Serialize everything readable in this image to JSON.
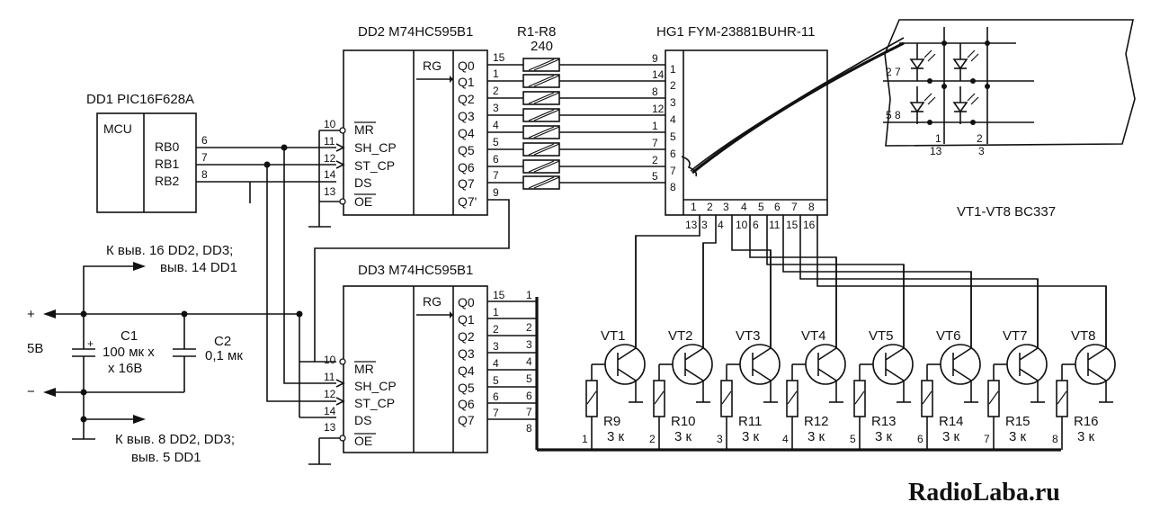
{
  "dd1": {
    "title": "DD1 PIC16F628A",
    "kind": "MCU",
    "pins": [
      "RB0",
      "RB1",
      "RB2"
    ],
    "pin_numbers": [
      "6",
      "7",
      "8"
    ]
  },
  "dd2": {
    "title": "DD2 M74HC595B1",
    "kind": "RG",
    "inputs": [
      "MR",
      "SH_CP",
      "ST_CP",
      "DS",
      "OE"
    ],
    "input_pins": [
      "10",
      "11",
      "12",
      "14",
      "13"
    ],
    "outputs": [
      "Q0",
      "Q1",
      "Q2",
      "Q3",
      "Q4",
      "Q5",
      "Q6",
      "Q7",
      "Q7'"
    ],
    "output_pins": [
      "15",
      "1",
      "2",
      "3",
      "4",
      "5",
      "6",
      "7",
      "9"
    ]
  },
  "dd3": {
    "title": "DD3 M74HC595B1",
    "kind": "RG",
    "inputs": [
      "MR",
      "SH_CP",
      "ST_CP",
      "DS",
      "OE"
    ],
    "input_pins": [
      "10",
      "11",
      "12",
      "14",
      "13"
    ],
    "outputs": [
      "Q0",
      "Q1",
      "Q2",
      "Q3",
      "Q4",
      "Q5",
      "Q6",
      "Q7"
    ],
    "output_pins": [
      "15",
      "1",
      "2",
      "3",
      "4",
      "5",
      "6",
      "7"
    ],
    "bus_numbers": [
      "1",
      "2",
      "3",
      "4",
      "5",
      "6",
      "7",
      "8"
    ]
  },
  "resistors_top": {
    "name": "R1-R8",
    "value": "240"
  },
  "hg1": {
    "title": "HG1 FYM-23881BUHR-11",
    "left_pins": [
      "9",
      "14",
      "8",
      "12",
      "1",
      "7",
      "2",
      "5"
    ],
    "row_numbers": [
      "1",
      "2",
      "3",
      "4",
      "5",
      "6",
      "7",
      "8"
    ],
    "col_numbers": [
      "1",
      "2",
      "3",
      "4",
      "5",
      "6",
      "7",
      "8"
    ],
    "bottom_pins": [
      "13",
      "3",
      "4",
      "10",
      "6",
      "11",
      "15",
      "16"
    ]
  },
  "matrix_detail": {
    "row_labels": [
      "2",
      "7",
      "5",
      "8"
    ],
    "col_labels": [
      "1",
      "13",
      "2",
      "3"
    ]
  },
  "transistors": {
    "label": "VT1-VT8 BC337",
    "names": [
      "VT1",
      "VT2",
      "VT3",
      "VT4",
      "VT5",
      "VT6",
      "VT7",
      "VT8"
    ]
  },
  "base_resistors": {
    "names": [
      "R9",
      "R10",
      "R11",
      "R12",
      "R13",
      "R14",
      "R15",
      "R16"
    ],
    "value": "3 к",
    "bus_numbers": [
      "1",
      "2",
      "3",
      "4",
      "5",
      "6",
      "7",
      "8"
    ]
  },
  "power": {
    "top_note_1": "К выв. 16 DD2, DD3;",
    "top_note_2": "выв. 14 DD1",
    "bottom_note_1": "К выв. 8 DD2, DD3;",
    "bottom_note_2": "выв. 5 DD1",
    "plus": "+",
    "minus": "−",
    "voltage": "5В",
    "c1": {
      "name": "C1",
      "value_1": "100 мк х",
      "value_2": "х 16В"
    },
    "c2": {
      "name": "C2",
      "value": "0,1 мк"
    }
  },
  "watermark": "RadioLaba.ru"
}
